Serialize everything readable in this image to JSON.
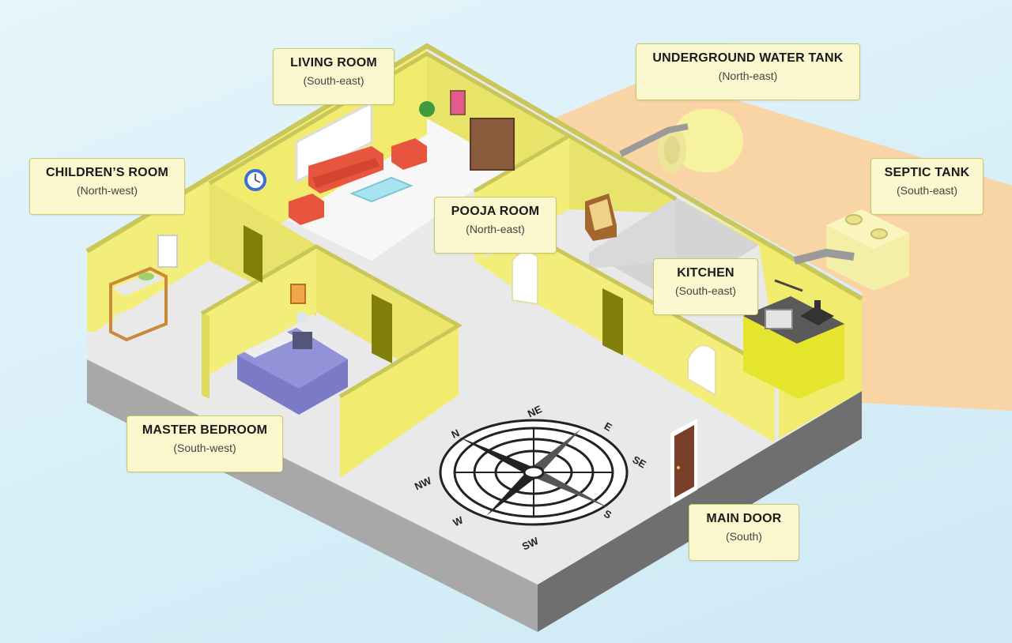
{
  "labels": {
    "living_room": {
      "title": "LIVING ROOM",
      "direction": "(South-east)"
    },
    "underground_water_tank": {
      "title": "UNDERGROUND WATER TANK",
      "direction": "(North-east)"
    },
    "childrens_room": {
      "title": "CHILDREN’S ROOM",
      "direction": "(North-west)"
    },
    "septic_tank": {
      "title": "SEPTIC TANK",
      "direction": "(South-east)"
    },
    "pooja_room": {
      "title": "POOJA ROOM",
      "direction": "(North-east)"
    },
    "kitchen": {
      "title": "KITCHEN",
      "direction": "(South-east)"
    },
    "master_bedroom": {
      "title": "MASTER BEDROOM",
      "direction": "(South-west)"
    },
    "main_door": {
      "title": "MAIN DOOR",
      "direction": "(South)"
    }
  },
  "compass": {
    "n": "N",
    "ne": "NE",
    "e": "E",
    "se": "SE",
    "s": "S",
    "sw": "SW",
    "w": "W",
    "nw": "NW"
  },
  "colors": {
    "wall": "#f3ee7a",
    "wall_top": "#c9c65a",
    "floor": "#e9e9e9",
    "base": "#8f8f8f",
    "ground": "#f9d4a4",
    "label_bg": "#fbf8d0"
  }
}
